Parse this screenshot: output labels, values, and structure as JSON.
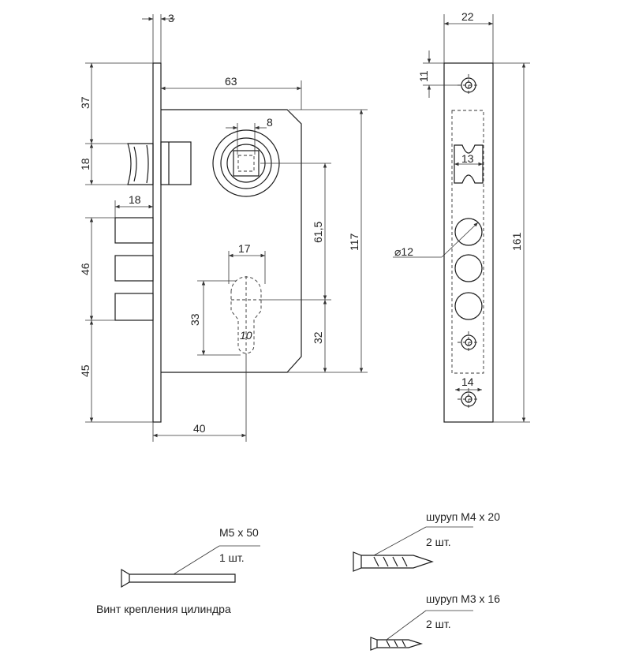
{
  "front_view": {
    "dims": {
      "d3": "3",
      "d37": "37",
      "d18_top": "18",
      "d63": "63",
      "d8": "8",
      "d18_side": "18",
      "d46": "46",
      "d17": "17",
      "d61_5": "61,5",
      "d117": "117",
      "d33": "33",
      "d10": "10",
      "d32": "32",
      "d45": "45",
      "d40": "40"
    }
  },
  "side_view": {
    "dims": {
      "d22": "22",
      "d11": "11",
      "d13": "13",
      "d12": "⌀12",
      "d161": "161",
      "d14": "14"
    }
  },
  "parts": {
    "cylinder_screw": {
      "size": "M5 x 50",
      "qty": "1 шт.",
      "caption": "Винт крепления цилиндра"
    },
    "screw_m4": {
      "size": "шуруп М4 х 20",
      "qty": "2 шт."
    },
    "screw_m3": {
      "size": "шуруп М3 х 16",
      "qty": "2 шт."
    }
  }
}
